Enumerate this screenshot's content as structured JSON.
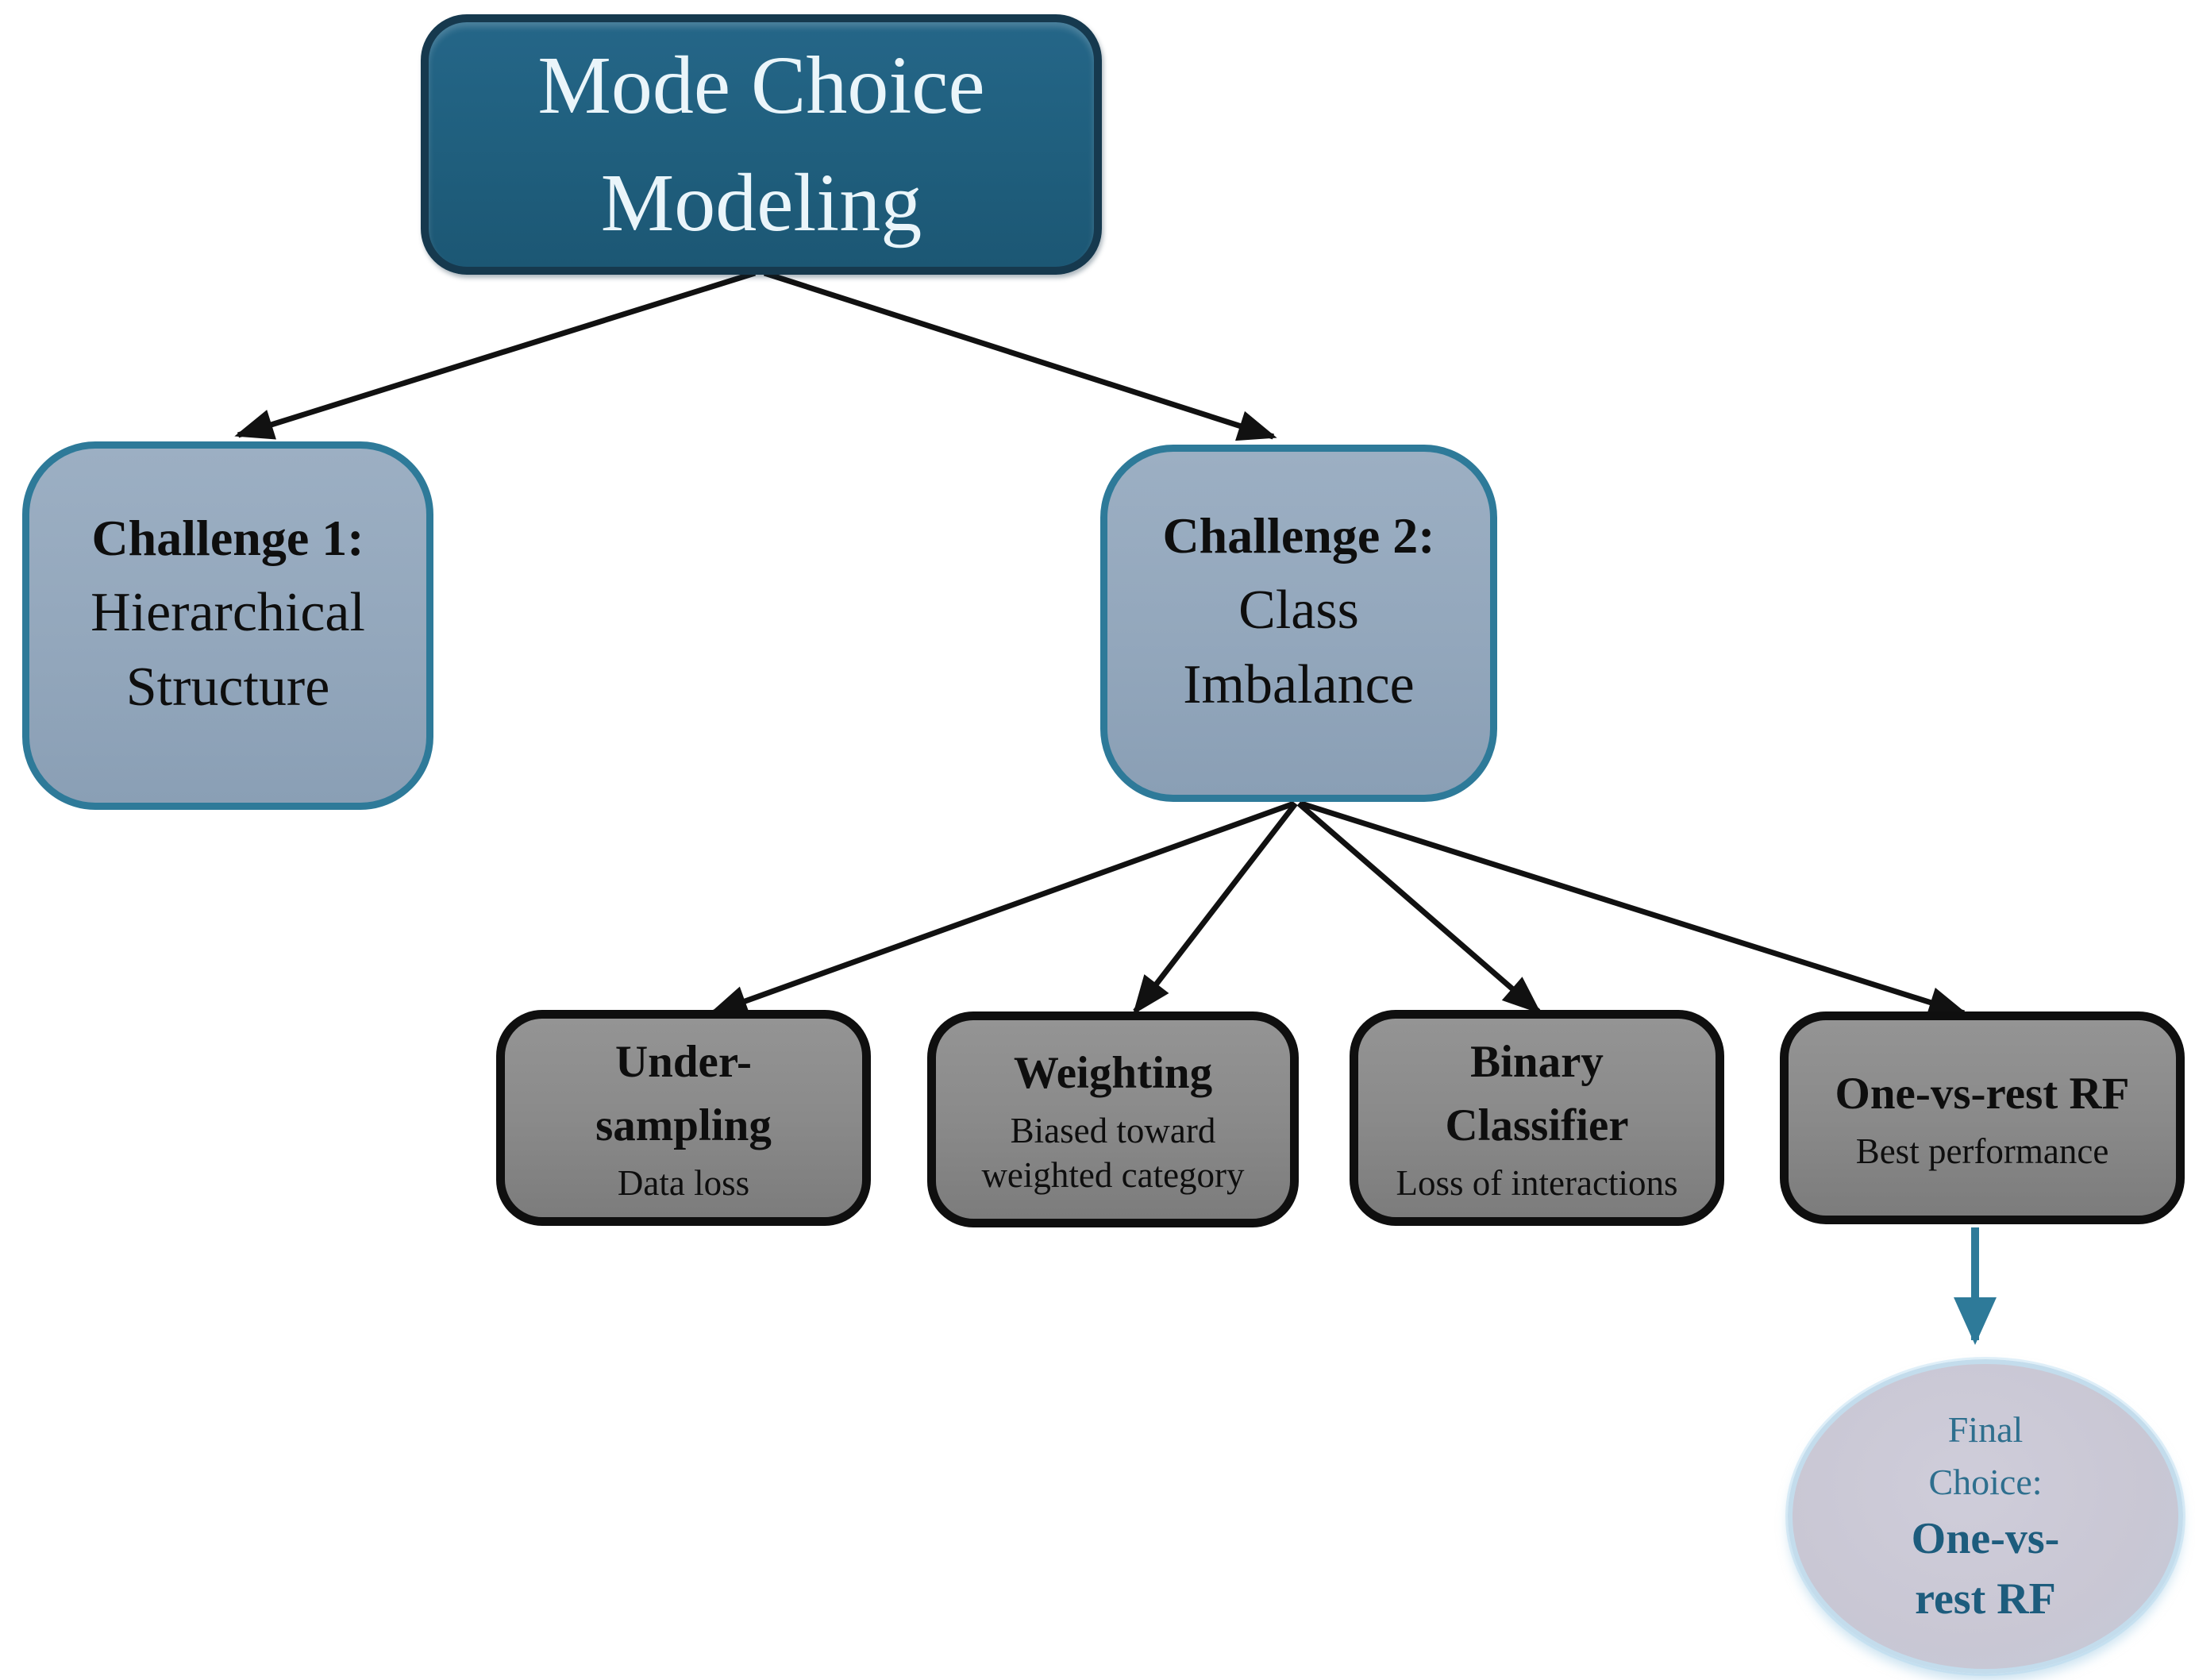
{
  "figure": {
    "type": "flowchart",
    "background": "#ffffff",
    "nodes": {
      "root": {
        "title": [
          "Mode Choice",
          "Modeling"
        ]
      },
      "challenge1": {
        "label": "Challenge 1:",
        "text": [
          "Hierarchical",
          "Structure"
        ]
      },
      "challenge2": {
        "label": "Challenge 2:",
        "text": [
          "Class",
          "Imbalance"
        ]
      },
      "approach1": {
        "title": [
          "Under-",
          "sampling"
        ],
        "note": "Data loss"
      },
      "approach2": {
        "title": "Weighting",
        "note": [
          "Biased toward",
          "weighted category"
        ]
      },
      "approach3": {
        "title": [
          "Binary",
          "Classifier"
        ],
        "note": "Loss of interactions"
      },
      "approach4": {
        "title": "One-vs-rest RF",
        "note": "Best performance"
      },
      "final": {
        "label": [
          "Final",
          "Choice:"
        ],
        "title": [
          "One-vs-",
          "rest RF"
        ]
      }
    },
    "edges": [
      {
        "from": "root",
        "to": "challenge1",
        "color": "#111111"
      },
      {
        "from": "root",
        "to": "challenge2",
        "color": "#111111"
      },
      {
        "from": "challenge2",
        "to": "approach1",
        "color": "#111111"
      },
      {
        "from": "challenge2",
        "to": "approach2",
        "color": "#111111"
      },
      {
        "from": "challenge2",
        "to": "approach3",
        "color": "#111111"
      },
      {
        "from": "challenge2",
        "to": "approach4",
        "color": "#111111"
      },
      {
        "from": "approach4",
        "to": "final",
        "color": "#2e7a99"
      }
    ],
    "colors": {
      "root_fill": "#20607f",
      "root_border": "#16394e",
      "root_text": "#eaf5fa",
      "challenge_fill": "#93a7bc",
      "challenge_border": "#2e7a99",
      "gray_fill": "#878787",
      "gray_border": "#0f0f0f",
      "ellipse_fill": "#c9c7d4",
      "ellipse_border": "#c3dcec",
      "arrow_black": "#111111",
      "arrow_teal": "#2e7a99",
      "text_dark": "#0e0e0e",
      "final_label_text": "#2e6f8e",
      "final_title_text": "#1d5c7d"
    }
  }
}
